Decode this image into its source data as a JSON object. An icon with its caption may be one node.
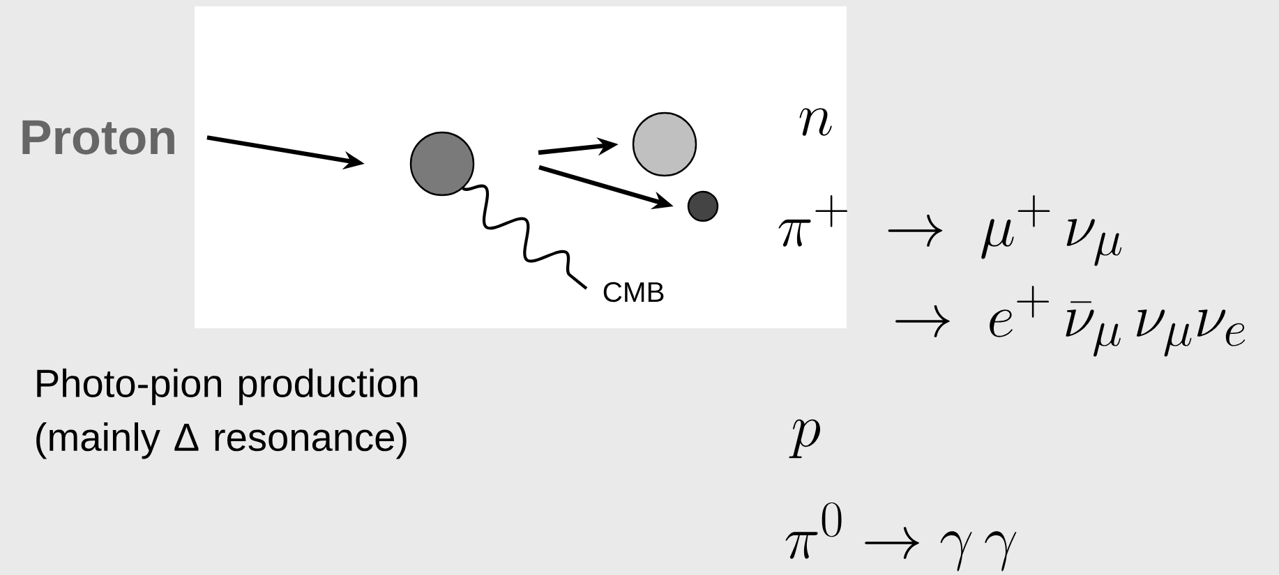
{
  "diagram": {
    "caption": "Photo-pion production (mainly Δ resonance)",
    "nodes": [
      {
        "text": [
          "Proton"
        ]
      },
      {
        "text": [],
        "shape": "circle"
      },
      {
        "text": [],
        "shape": "circle"
      },
      {
        "text": [],
        "shape": "circle"
      },
      {
        "text": [
          "CMB"
        ]
      }
    ],
    "edges": [
      {
        "from": 0,
        "to": 1,
        "arrow": "to"
      },
      {
        "from": null,
        "to": 2,
        "arrow": "to"
      },
      {
        "from": null,
        "to": 3,
        "arrow": "to"
      },
      {
        "from": 1,
        "to": 4,
        "arrow": "none"
      }
    ],
    "labels": [
      "n",
      "\\pi^{+}\\;\\to\\;\\mu^{+}\\,\\nu_{\\mu}",
      "\\to\\; e^{+}\\,\\bar{\\nu}_{\\mu}\\,\\nu_{\\mu}\\nu_{e}",
      "p",
      "\\pi^{0}\\to\\gamma\\,\\gamma"
    ]
  }
}
